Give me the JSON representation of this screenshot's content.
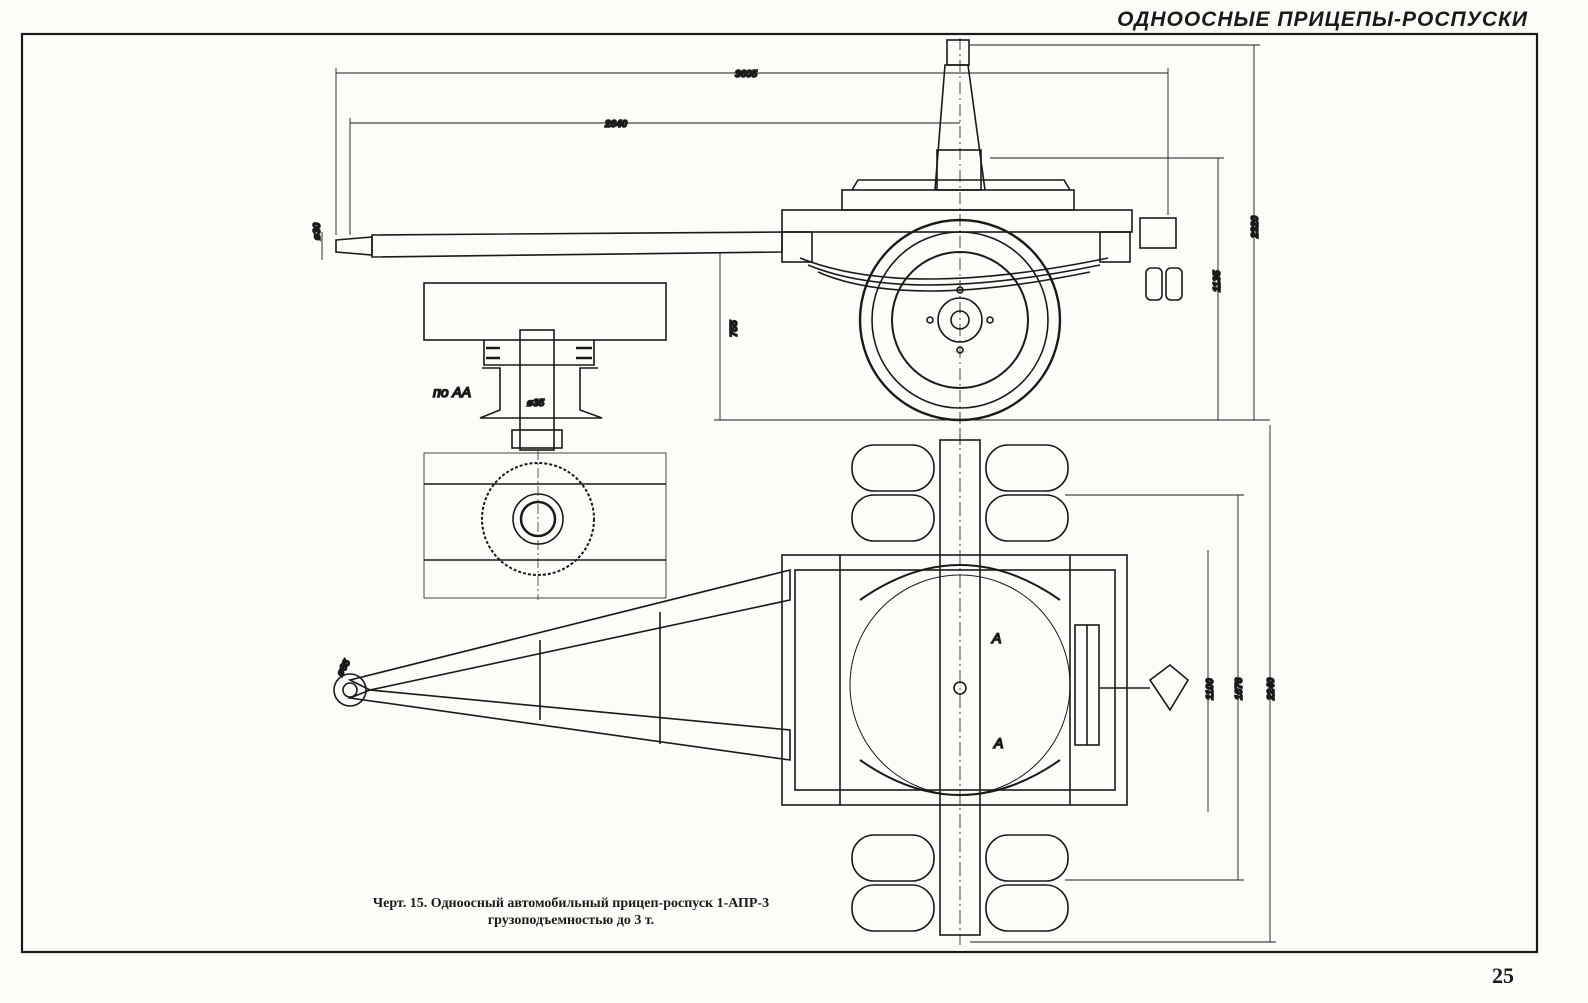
{
  "header": "ОДНООСНЫЕ ПРИЦЕПЫ-РОСПУСКИ",
  "page_number": "25",
  "caption": {
    "line1": "Черт. 15. Одноосный автомобильный прицеп-роспуск 1-АПР-3",
    "line2": "грузоподъемностью до 3 т."
  },
  "dimensions": {
    "overall_length": "3605",
    "drawbar_length": "2640",
    "drawbar_dia": "ø30",
    "hitch_height": "755",
    "frame_height": "1135",
    "total_height": "2320",
    "spring_span": "1100",
    "track_inner": "1676",
    "track_outer": "2240",
    "eye_dia": "ø65",
    "bolt_dia": "ø35"
  },
  "labels": {
    "section": "по АА",
    "section_mark_1": "А",
    "section_mark_2": "А"
  }
}
